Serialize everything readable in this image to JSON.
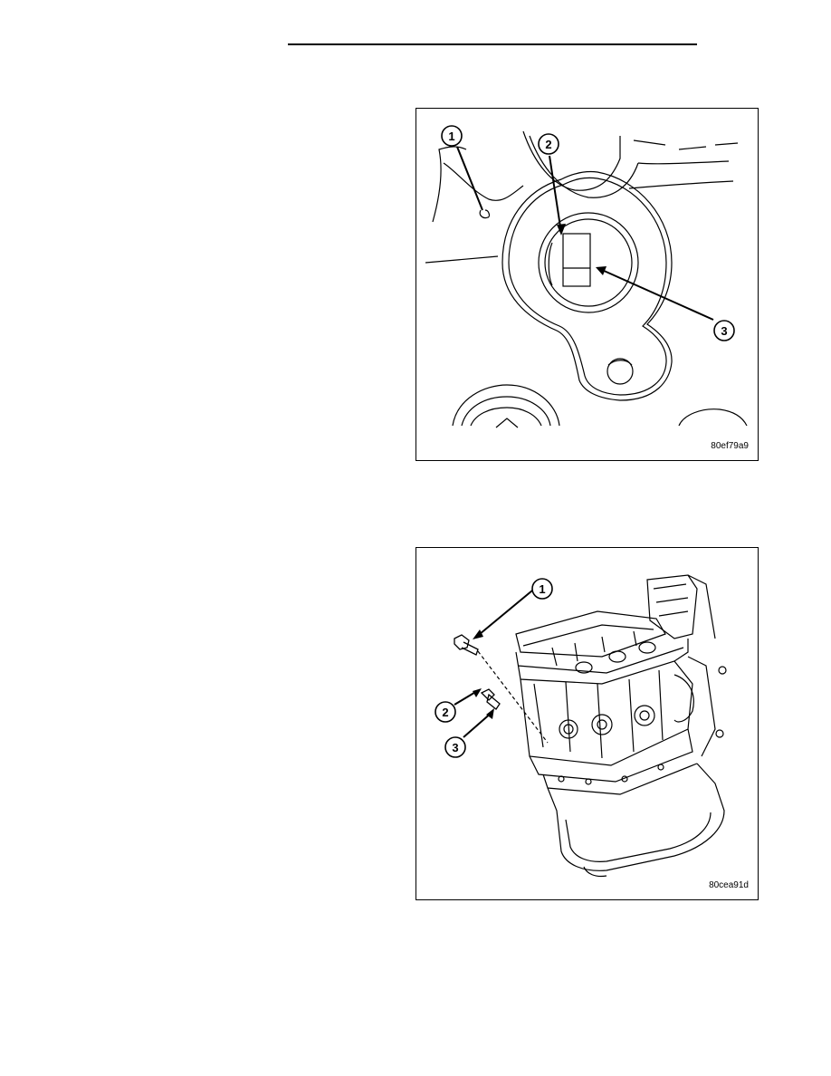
{
  "figures": [
    {
      "code": "80ef79a9",
      "callouts": [
        "1",
        "2",
        "3"
      ]
    },
    {
      "code": "80cea91d",
      "callouts": [
        "1",
        "2",
        "3"
      ]
    }
  ]
}
